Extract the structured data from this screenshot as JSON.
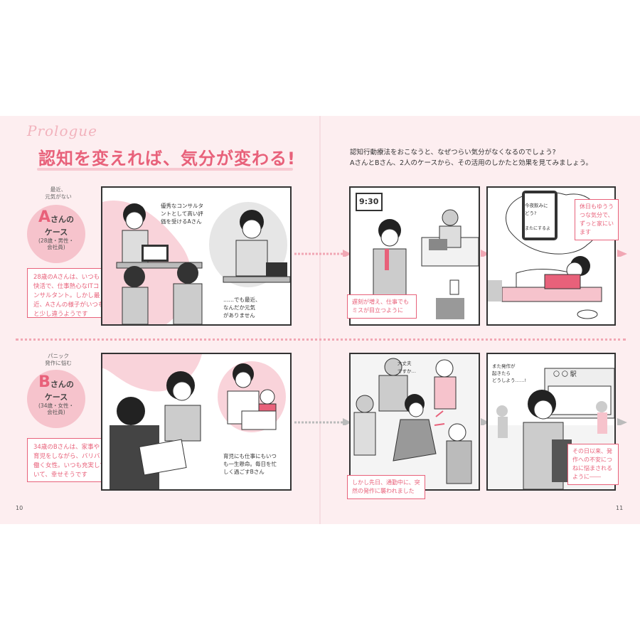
{
  "header": {
    "prologue": "Prologue",
    "title": "認知を変えれば、気分が変わる!",
    "intro_lines": [
      "認知行動療法をおこなうと、なぜつらい気分がなくなるのでしょう?",
      "AさんとBさん、2人のケースから、その活用のしかたと効果を見てみましょう。"
    ]
  },
  "case_a": {
    "tag_lines": [
      "最近、",
      "元気がない"
    ],
    "letter": "A",
    "name": "さんの",
    "label": "ケース",
    "info_lines": [
      "(28歳・男性・",
      "会社員)"
    ],
    "desc_lines": [
      "28歳のAさんは、いつも",
      "快活で、仕事熱心なITコ",
      "ンサルタント。しかし最",
      "近、Aさんの様子がいつも",
      "と少し違うようです"
    ],
    "panel1_speech1": [
      "優秀なコンサルタ",
      "ントとして高い評",
      "価を受けるAさん"
    ],
    "panel1_speech2": [
      "……でも最近、",
      "なんだか元気",
      "がありません"
    ],
    "panel2_clock": "9:30",
    "panel2_caption": [
      "遅刻が増え、仕事でも",
      "ミスが目立つように"
    ],
    "panel3_phone_msg": [
      "今夜飲みに",
      "どう?"
    ],
    "panel3_phone_reply": "またにするよ",
    "panel3_caption": [
      "休日もゆうう",
      "つな気分で、",
      "ずっと家にい",
      "ます"
    ]
  },
  "case_b": {
    "tag_lines": [
      "パニック",
      "発作に悩む"
    ],
    "letter": "B",
    "name": "さんの",
    "label": "ケース",
    "info_lines": [
      "(34歳・女性・",
      "会社員)"
    ],
    "desc_lines": [
      "34歳のBさんは、家事や",
      "育児をしながら、バリバリ",
      "働く女性。いつも充実して",
      "いて、幸せそうです"
    ],
    "panel1_speech": [
      "育児にも仕事にもいつ",
      "も一生懸命。毎日を忙",
      "しく過ごすBさん"
    ],
    "panel2_bystander": [
      "大丈夫",
      "ですか…"
    ],
    "panel2_caption": [
      "しかし先日、通勤中に、突",
      "然の発作に襲われました"
    ],
    "panel3_thought": [
      "また発作が",
      "起きたら",
      "どうしよう……!"
    ],
    "panel3_station": "〇 〇 駅",
    "panel3_caption": [
      "その日以来、発",
      "作への不安につ",
      "ねに悩まされる",
      "ように――"
    ]
  },
  "pages": {
    "left": "10",
    "right": "11"
  },
  "colors": {
    "accent": "#e8617a",
    "background": "#fdeef0",
    "circle": "#f6c3cc"
  }
}
